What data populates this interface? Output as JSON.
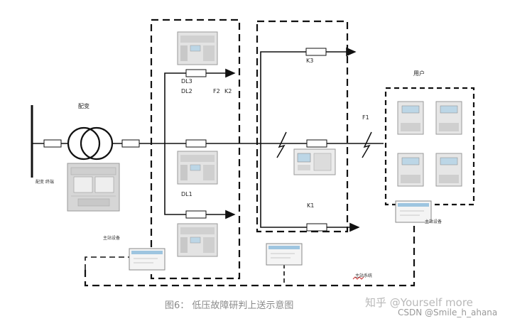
{
  "labels": {
    "transformer": "配变",
    "transformer_terminal": "配变 终端",
    "dl3": "DL3",
    "dl2": "DL2",
    "dl1": "DL1",
    "f2": "F2",
    "k2": "K2",
    "k3": "K3",
    "f1": "F1",
    "k1": "K1",
    "user": "用户",
    "device_left": "主站设备",
    "device_right": "主站设备",
    "bottom_small": "主站系统"
  },
  "caption": "图6： 低压故障研判上送示意图",
  "watermark": {
    "zhihu": "知乎 @Yourself more",
    "csdn": "CSDN @Smile_h_ahana"
  },
  "colors": {
    "line": "#111111",
    "device_body": "#d9d9d9",
    "device_screen": "#bcd6e6",
    "caption": "#8a8a8a",
    "watermark": "#b9b9b9",
    "fault_zigzag": "#cc3333"
  }
}
